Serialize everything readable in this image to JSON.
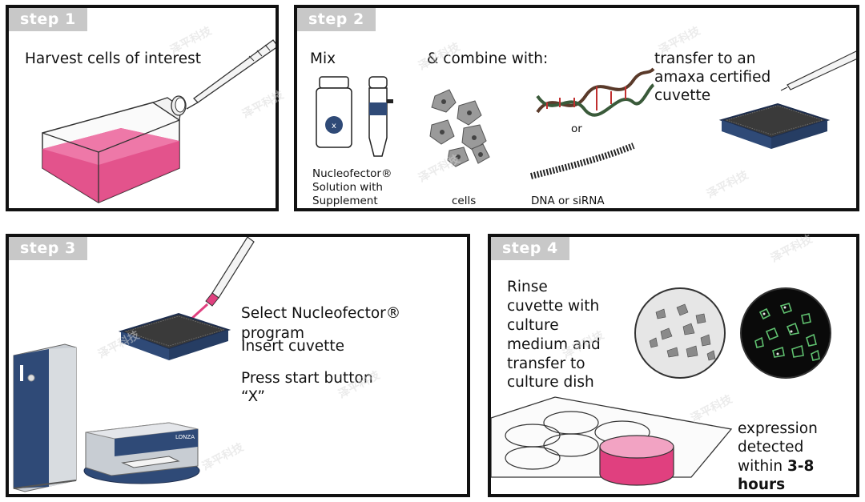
{
  "step1": {
    "tag": "step 1",
    "text": "Harvest cells of interest"
  },
  "step2": {
    "tag": "step 2",
    "mix": "Mix",
    "combine": "& combine with:",
    "transfer_lines": [
      "transfer to an",
      "amaxa certified",
      "cuvette"
    ],
    "solution_lines": [
      "Nucleofector®",
      "Solution with",
      "Supplement"
    ],
    "cells_label": "cells",
    "or_label": "or",
    "dna_label": "DNA or siRNA"
  },
  "step3": {
    "tag": "step 3",
    "select_lines": [
      "Select Nucleofector®",
      "program"
    ],
    "insert": "Insert cuvette",
    "press_lines": [
      "Press start button",
      "“X”"
    ],
    "device_brand": "LONZA"
  },
  "step4": {
    "tag": "step 4",
    "rinse_lines": [
      "Rinse",
      "cuvette with",
      "culture",
      "medium and",
      "transfer to",
      "culture dish"
    ],
    "expression_lines": [
      "expression",
      "detected",
      "within "
    ],
    "expression_bold_1": "3-8",
    "expression_bold_2": "hours"
  },
  "watermark": "泽平科技",
  "colors": {
    "pink": "#e0407f",
    "cuvette_blue": "#2f4a77",
    "tag_gray": "#c8c8c8",
    "border": "#111111"
  }
}
